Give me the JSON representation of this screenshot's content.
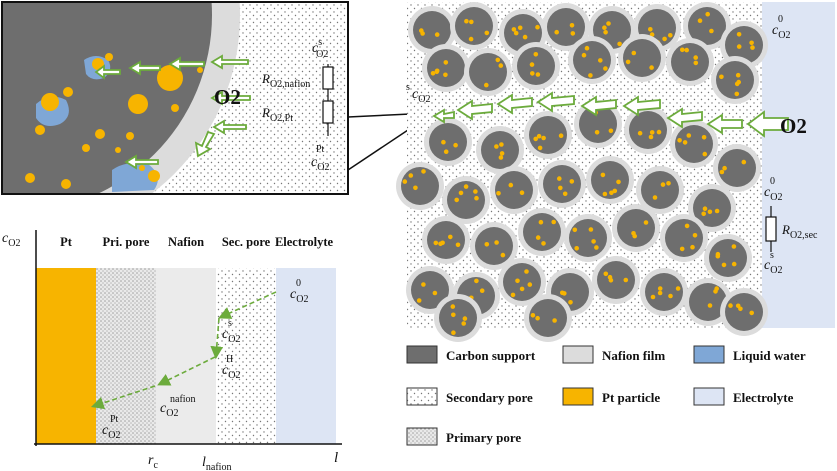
{
  "colors": {
    "carbon": "#6e6e6e",
    "nafion": "#dcdcdc",
    "water": "#7fa7d6",
    "pt": "#f7b400",
    "electrolyte": "#dde5f4",
    "arrow_green": "#6cab3c",
    "dashed_green": "#6cab3c"
  },
  "inset": {
    "o2_label": "O2",
    "c_s": {
      "base": "c",
      "sub": "O2",
      "sup": "s"
    },
    "r_nafion": {
      "base": "R",
      "sub": "O2,nafion"
    },
    "r_pt": {
      "base": "R",
      "sub": "O2,Pt"
    },
    "c_pt": {
      "base": "c",
      "sub": "O2",
      "sup": "Pt"
    }
  },
  "electrode": {
    "o2_label": "O2",
    "c_s_left": {
      "base": "c",
      "sub": "O2",
      "sup": "s"
    },
    "c_0_top": {
      "base": "c",
      "sub": "O2",
      "sup": "0"
    },
    "c_0_right": {
      "base": "c",
      "sub": "O2",
      "sup": "0"
    },
    "r_sec": {
      "base": "R",
      "sub": "O2,sec"
    },
    "c_s_right": {
      "base": "c",
      "sub": "O2",
      "sup": "s"
    }
  },
  "profile": {
    "y_axis": {
      "base": "c",
      "sub": "O2"
    },
    "x_axis": "l",
    "regions": [
      "Pt",
      "Pri. pore",
      "Nafion",
      "Sec. pore",
      "Electrolyte"
    ],
    "x_ticks": [
      {
        "base": "r",
        "sub": "c"
      },
      {
        "base": "l",
        "sub": "nafion"
      }
    ],
    "labels": [
      {
        "base": "c",
        "sub": "O2",
        "sup": "0"
      },
      {
        "base": "c",
        "sub": "O2",
        "sup": "s"
      },
      {
        "base": "c",
        "sub": "O2",
        "sup": "H"
      },
      {
        "base": "c",
        "sub": "O2",
        "sup": "nafion"
      },
      {
        "base": "c",
        "sub": "O2",
        "sup": "Pt"
      }
    ]
  },
  "legend": [
    {
      "key": "carbon",
      "label": "Carbon support"
    },
    {
      "key": "nafion",
      "label": "Nafion film"
    },
    {
      "key": "water",
      "label": "Liquid water"
    },
    {
      "key": "secondary",
      "label": "Secondary pore"
    },
    {
      "key": "pt",
      "label": "Pt particle"
    },
    {
      "key": "electrolyte",
      "label": "Electrolyte"
    },
    {
      "key": "primary",
      "label": "Primary pore"
    }
  ]
}
